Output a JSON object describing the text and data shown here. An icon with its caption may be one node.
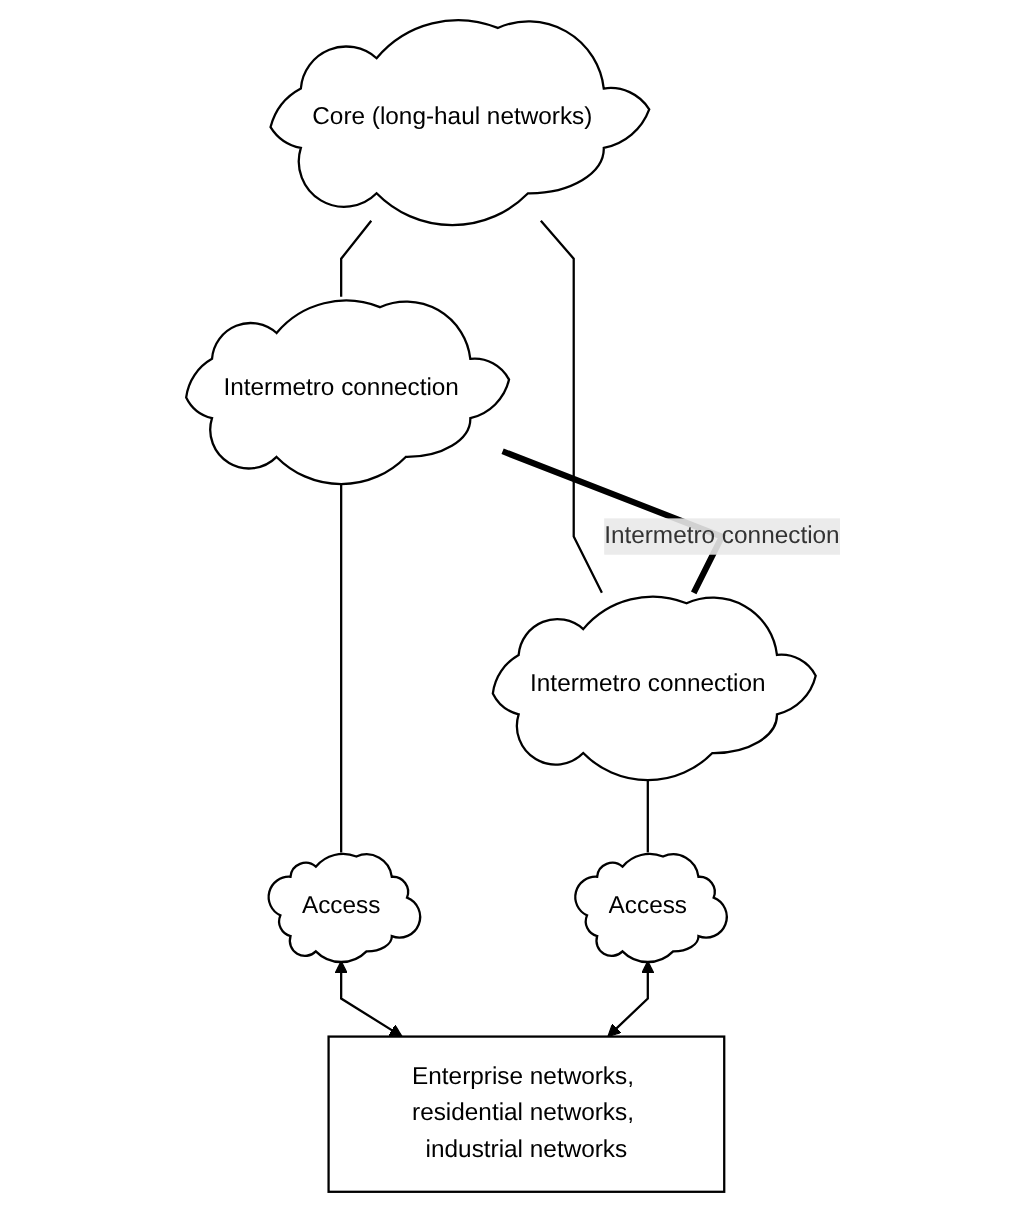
{
  "diagram": {
    "nodes": [
      {
        "text": [
          "Core (long-haul networks)"
        ]
      },
      {
        "text": [
          "Intermetro connection"
        ]
      },
      {
        "text": [
          "Intermetro connection"
        ]
      },
      {
        "text": [
          "Access"
        ]
      },
      {
        "text": [
          "Access"
        ]
      },
      {
        "text": [
          "Enterprise networks, residential networks, industrial networks"
        ]
      }
    ],
    "edges": [
      {
        "from": 0,
        "to": 1,
        "arrow": "none"
      },
      {
        "from": 0,
        "to": 2,
        "arrow": "none"
      },
      {
        "from": 1,
        "to": 2,
        "arrow": "none",
        "label": "Intermetro connection",
        "style": "thick"
      },
      {
        "from": 1,
        "to": 3,
        "arrow": "none"
      },
      {
        "from": 2,
        "to": 4,
        "arrow": "none"
      },
      {
        "from": 3,
        "to": 5,
        "arrow": "both"
      },
      {
        "from": 4,
        "to": 5,
        "arrow": "both"
      }
    ]
  }
}
